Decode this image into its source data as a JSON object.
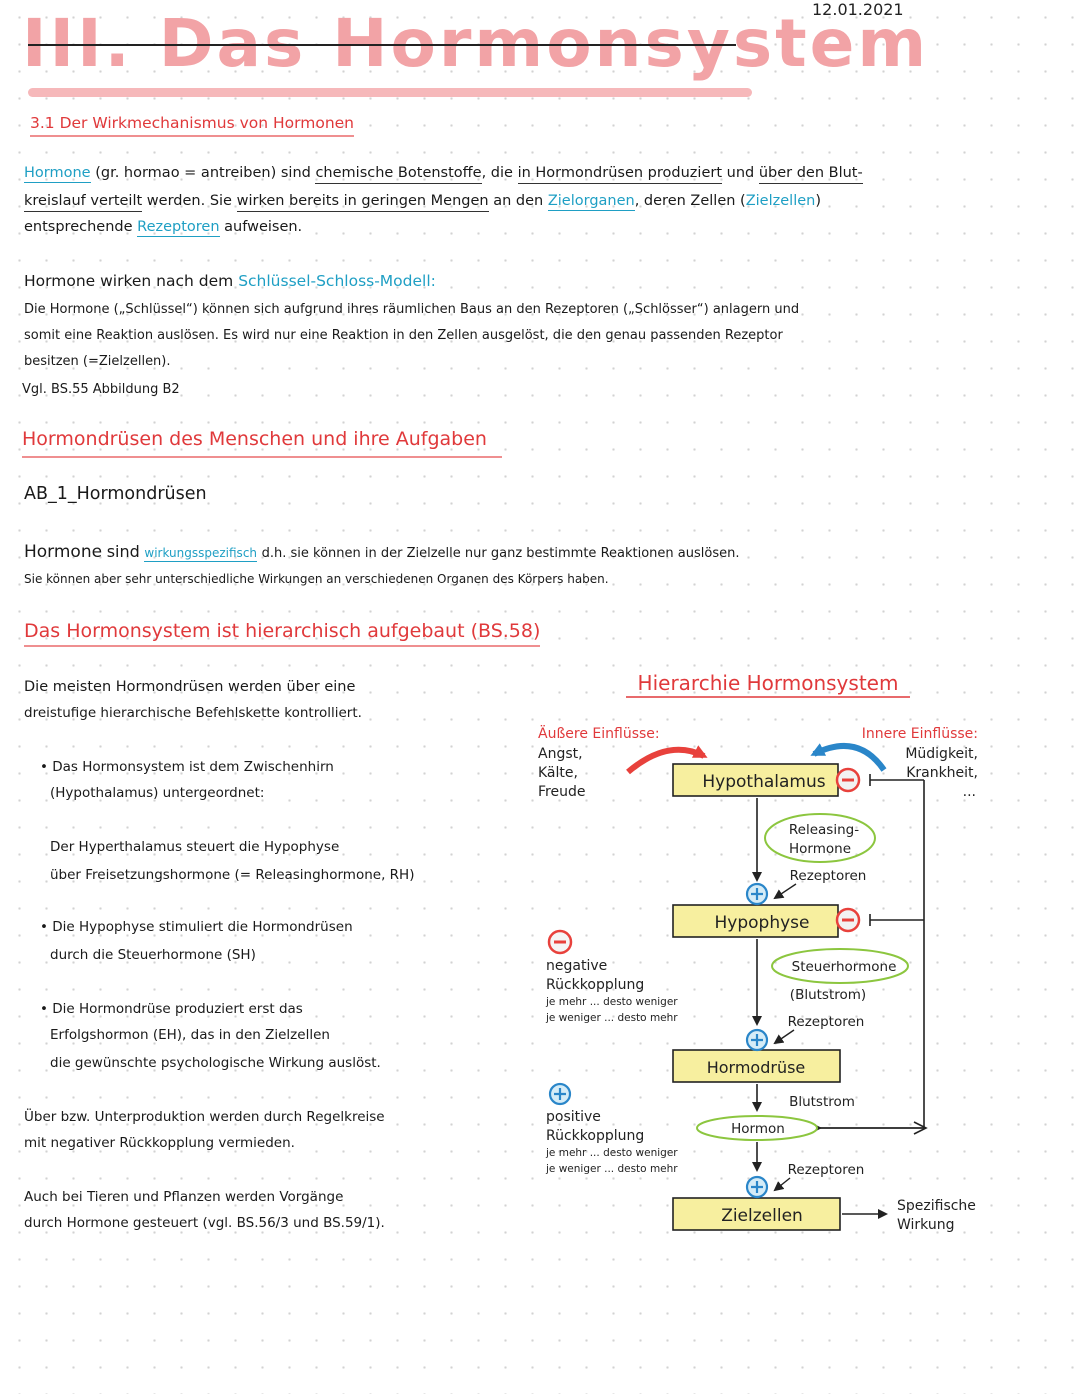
{
  "header": {
    "date": "12.01.2021",
    "title": "III. Das Hormonsystem"
  },
  "section1": {
    "heading": "3.1 Der Wirkmechanismus von Hormonen",
    "p1": {
      "l1_hormone": "Hormone",
      "l1_a": "(gr. hormao = antreiben) sind",
      "l1_b": "chemische Botenstoffe",
      "l1_c": ", die",
      "l1_d": "in Hormondrüsen produziert",
      "l1_e": "und",
      "l1_f": "über den Blut-",
      "l2_a": "kreislauf verteilt",
      "l2_b": "werden. Sie",
      "l2_c": "wirken bereits in geringen Mengen",
      "l2_d": "an den",
      "l2_e": "Zielorganen",
      "l2_f": ", deren Zellen (",
      "l2_g": "Zielzellen",
      "l2_h": ")",
      "l3_a": "entsprechende",
      "l3_b": "Rezeptoren",
      "l3_c": "aufweisen."
    },
    "p2": {
      "l1_a": "Hormone wirken nach dem",
      "l1_b": "Schlüssel-Schloss-Modell:",
      "l2": "Die Hormone („Schlüssel“) können sich aufgrund ihres räumlichen Baus an den Rezeptoren („Schlösser“) anlagern und",
      "l3": "somit eine Reaktion auslösen. Es wird nur eine Reaktion in den Zellen ausgelöst, die den genau passenden Rezeptor",
      "l4": "besitzen (=Zielzellen).",
      "l5": "Vgl. BS.55 Abbildung B2"
    }
  },
  "section2": {
    "heading": "Hormondrüsen des Menschen und ihre Aufgaben",
    "ab": "AB_1_Hormondrüsen",
    "l1_a": "Hormone",
    "l1_b": "sind",
    "l1_c": "wirkungsspezifisch",
    "l1_d": "d.h. sie können in der Zielzelle nur ganz bestimmte Reaktionen auslösen.",
    "l2": "Sie können aber sehr unterschiedliche Wirkungen an verschiedenen Organen des Körpers haben."
  },
  "section3": {
    "heading": "Das Hormonsystem ist hierarchisch aufgebaut (BS.58)",
    "intro_l1": "Die meisten Hormondrüsen werden über eine",
    "intro_l2": "dreistufige hierarchische Befehlskette kontrolliert.",
    "b1_l1": "Das Hormonsystem ist dem Zwischenhirn",
    "b1_l2": "(Hypothalamus) untergeordnet:",
    "b1_l3": "Der Hyperthalamus steuert die Hypophyse",
    "b1_l4": "über Freisetzungshormone (= Releasinghormone, RH)",
    "b2_l1": "Die Hypophyse stimuliert die Hormondrüsen",
    "b2_l2": "durch die Steuerhormone (SH)",
    "b3_l1": "Die Hormondrüse produziert erst das",
    "b3_l2": "Erfolgshormon (EH), das in den Zielzellen",
    "b3_l3": "die gewünschte psychologische Wirkung auslöst.",
    "p_l1": "Über bzw. Unterproduktion werden durch Regelkreise",
    "p_l2": "mit negativer Rückkopplung vermieden.",
    "p2_l1": "Auch bei Tieren und Pflanzen werden Vorgänge",
    "p2_l2": "durch Hormone gesteuert (vgl. BS.56/3 und BS.59/1)."
  },
  "diagram": {
    "title": "Hierarchie Hormonsystem",
    "outer_label": "Äußere Einflüsse:",
    "outer_items": [
      "Angst,",
      "Kälte,",
      "Freude"
    ],
    "inner_label": "Innere Einflüsse:",
    "inner_items": [
      "Müdigkeit,",
      "Krankheit,",
      "..."
    ],
    "box_hypothalamus": "Hypothalamus",
    "box_hypophyse": "Hypophyse",
    "box_hormondruese": "Hormodrüse",
    "box_zielzellen": "Zielzellen",
    "releasing_l1": "Releasing-",
    "releasing_l2": "Hormone",
    "rezeptoren": "Rezeptoren",
    "steuerhormone": "Steuerhormone",
    "blutstrom_paren": "(Blutstrom)",
    "blutstrom": "Blutstrom",
    "hormon": "Hormon",
    "spez_l1": "Spezifische",
    "spez_l2": "Wirkung",
    "neg_l1": "negative",
    "neg_l2": "Rückkopplung",
    "neg_l3": "je mehr ... desto weniger",
    "neg_l4": "je weniger ... desto mehr",
    "pos_l1": "positive",
    "pos_l2": "Rückkopplung",
    "pos_l3": "je mehr ... desto weniger",
    "pos_l4": "je weniger ... desto mehr",
    "minus": "−",
    "plus": "+",
    "colors": {
      "box_fill": "#f7ef9f",
      "green": "#8cc63f",
      "red": "#e8413c",
      "blue": "#2a86c9",
      "title_red": "#e0393b"
    }
  }
}
